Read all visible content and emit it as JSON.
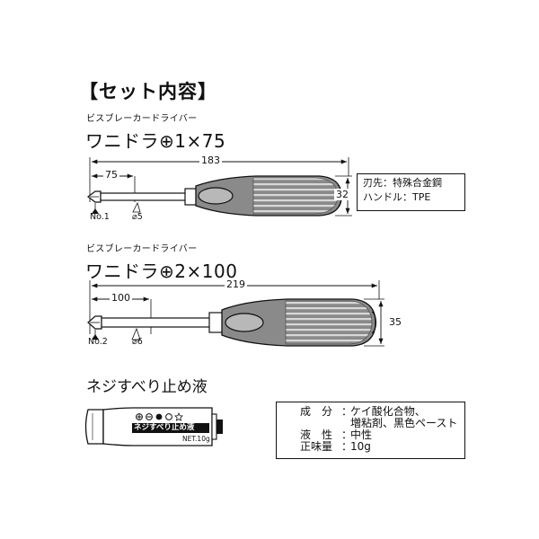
{
  "heading": "【セット内容】",
  "screwdrivers": [
    {
      "subtitle": "ビスブレーカードライバー",
      "model": "ワニドラ⊕1×75",
      "overall_length": "183",
      "shaft_length": "75",
      "handle_diameter": "32",
      "tip_size": "No.1",
      "shaft_diameter": "⌀5"
    },
    {
      "subtitle": "ビスブレーカードライバー",
      "model": "ワニドラ⊕2×100",
      "overall_length": "219",
      "shaft_length": "100",
      "handle_diameter": "35",
      "tip_size": "No.2",
      "shaft_diameter": "⌀6"
    }
  ],
  "materials_box": {
    "line1": "刃先：特殊合金鋼",
    "line2": "ハンドル：TPE"
  },
  "liquid": {
    "title": "ネジすべり止め液",
    "tube_label": "ネジすべり止め液",
    "tube_net": "NET.10g",
    "specs": [
      {
        "key": "成　分",
        "value": "ケイ酸化合物、"
      },
      {
        "key": "",
        "value": "増粘剤、黒色ペースト"
      },
      {
        "key": "液　性",
        "value": "中性"
      },
      {
        "key": "正味量",
        "value": "10g"
      }
    ]
  },
  "colors": {
    "ink": "#111111",
    "handle": "#8a8a8a",
    "grip": "#6f6f6f",
    "window": "#b8b8b8"
  }
}
